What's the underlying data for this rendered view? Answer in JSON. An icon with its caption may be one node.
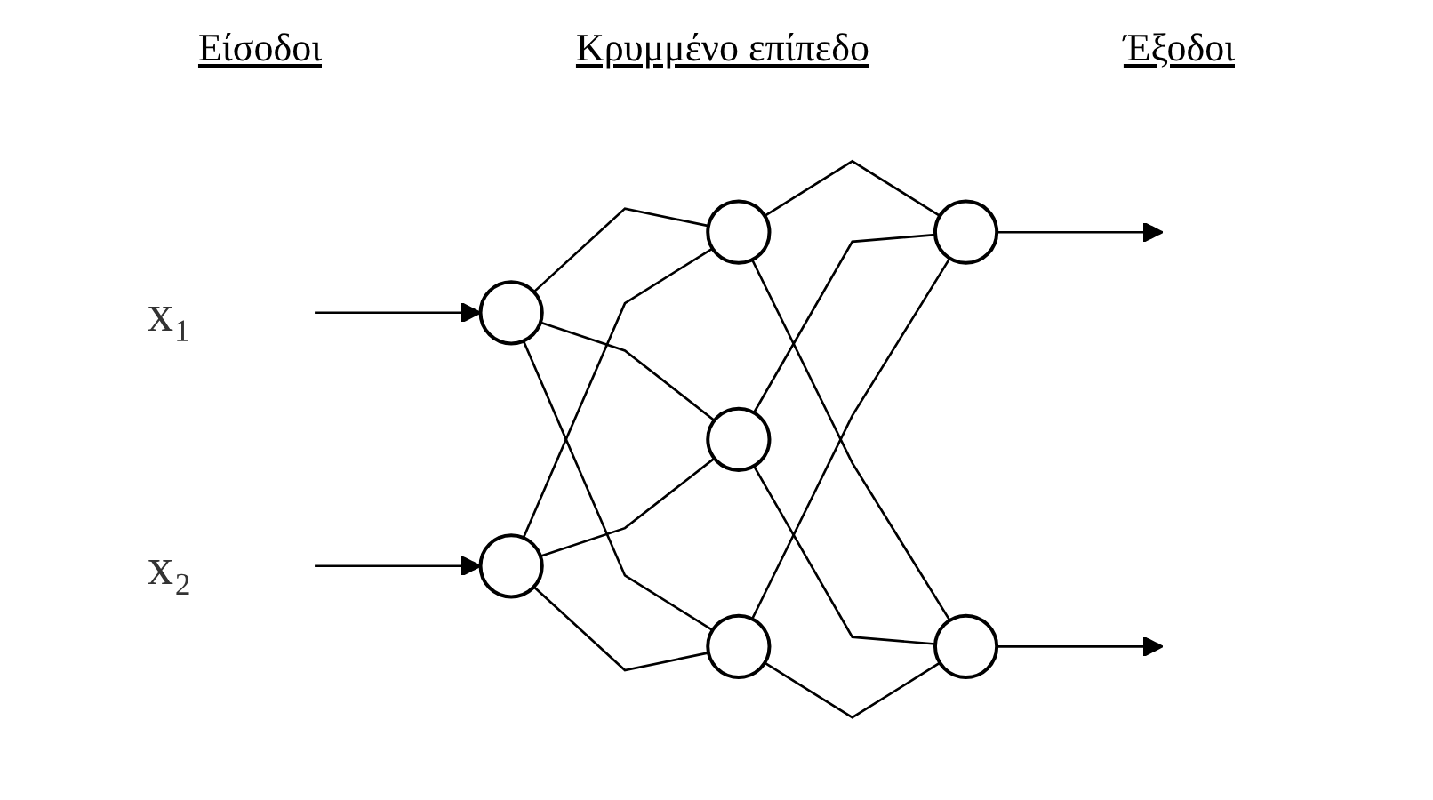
{
  "diagram": {
    "nodes": [
      {
        "text": [
          "x₁"
        ]
      },
      {
        "text": [
          "x₂"
        ]
      },
      {
        "text": [],
        "shape": "circle"
      },
      {
        "text": [],
        "shape": "circle"
      },
      {
        "text": [],
        "shape": "circle"
      },
      {
        "text": [],
        "shape": "circle"
      },
      {
        "text": [],
        "shape": "circle"
      },
      {
        "text": [],
        "shape": "circle"
      },
      {
        "text": [],
        "shape": "circle"
      }
    ],
    "edges": [
      {
        "from": 0,
        "to": 2,
        "arrow": "to"
      },
      {
        "from": 1,
        "to": 3,
        "arrow": "to"
      },
      {
        "from": 2,
        "to": 4,
        "arrow": "none"
      },
      {
        "from": 2,
        "to": 5,
        "arrow": "none"
      },
      {
        "from": 2,
        "to": 6,
        "arrow": "none"
      },
      {
        "from": 3,
        "to": 4,
        "arrow": "none"
      },
      {
        "from": 3,
        "to": 5,
        "arrow": "none"
      },
      {
        "from": 3,
        "to": 6,
        "arrow": "none"
      },
      {
        "from": 4,
        "to": 7,
        "arrow": "none"
      },
      {
        "from": 4,
        "to": 8,
        "arrow": "none"
      },
      {
        "from": 5,
        "to": 7,
        "arrow": "none"
      },
      {
        "from": 5,
        "to": 8,
        "arrow": "none"
      },
      {
        "from": 6,
        "to": 7,
        "arrow": "none"
      },
      {
        "from": 6,
        "to": 8,
        "arrow": "none"
      },
      {
        "from": 7,
        "to": null,
        "arrow": "to"
      },
      {
        "from": 8,
        "to": null,
        "arrow": "to"
      }
    ],
    "labels": [
      "Είσοδοι",
      "Κρυμμένο επίπεδο",
      "Έξοδοι"
    ]
  }
}
